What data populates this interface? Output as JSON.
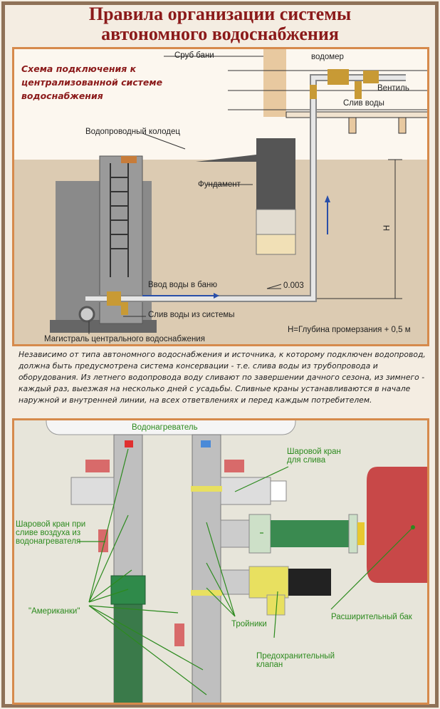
{
  "title": {
    "line1": "Правила организации системы",
    "line2": "автономного водоснабжения"
  },
  "top_scheme": {
    "heading": "Схема подключения к централизованной системе водоснабжения",
    "labels": {
      "srub": "Сруб бани",
      "vodomer": "водомер",
      "ventil": "Вентиль",
      "sliv": "Слив воды",
      "kolodec": "Водопроводный колодец",
      "fundament": "Фундамент",
      "vvod": "Ввод воды в баню",
      "slope": "0.003",
      "sliv_sys": "Слив воды из системы",
      "magistral": "Магистраль центрального водоснабжения",
      "h": "H",
      "h_note": "H=Глубина промерзания + 0,5 м"
    }
  },
  "paragraph": "Независимо от типа автономного водоснабжения и источника, к которому подключен водопровод, должна быть предусмотрена система консервации - т.е. слива воды из трубопровода и оборудования. Из летнего водопровода воду сливают по завершении дачного сезона, из зимнего - каждый раз, выезжая на несколько дней с усадьбы. Сливные краны устанавливаются в начале наружной и внутренней линии, на всех ответвлениях и перед каждым потребителем.",
  "bottom_scheme": {
    "labels": {
      "heater": "Водонагреватель",
      "ball_drain": "Шаровой кран для слива",
      "ball_air": "Шаровой кран при сливе воздуха из водонагревателя",
      "american": "\"Американки\"",
      "tees": "Тройники",
      "tank": "Расширительный бак",
      "safety": "Предохранительный клапан"
    }
  },
  "colors": {
    "title": "#8b1a1a",
    "border": "#d68a4c",
    "label_green": "#2c8a1e"
  }
}
